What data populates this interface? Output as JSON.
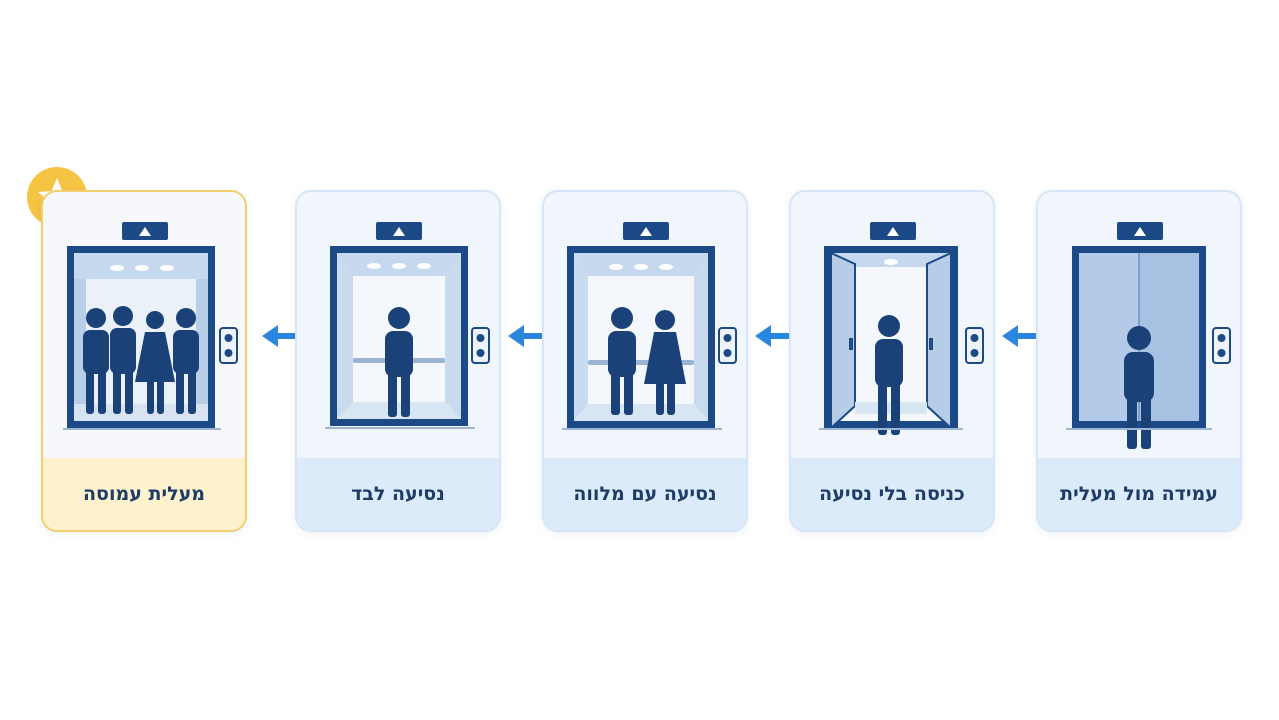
{
  "steps": [
    {
      "id": "busy",
      "label": "מעלית עמוסה",
      "people": 4,
      "highlight": true
    },
    {
      "id": "alone",
      "label": "נסיעה לבד",
      "people": 1,
      "highlight": false
    },
    {
      "id": "escort",
      "label": "נסיעה עם מלווה",
      "people": 2,
      "highlight": false
    },
    {
      "id": "enter",
      "label": "כניסה בלי נסיעה",
      "people": 1,
      "highlight": false
    },
    {
      "id": "stand",
      "label": "עמידה מול מעלית",
      "people": 1,
      "highlight": false
    }
  ],
  "colors": {
    "navy": "#1b4a86",
    "figure": "#1a4178",
    "arrow": "#2b86e0",
    "star_bg": "#f6c443",
    "card_border_highlight": "#f3cf6e"
  },
  "icons": {
    "indicator": "up-arrow-indicator-icon",
    "buttons": "call-buttons-icon",
    "flow": "arrow-left-icon",
    "badge": "star-icon"
  }
}
